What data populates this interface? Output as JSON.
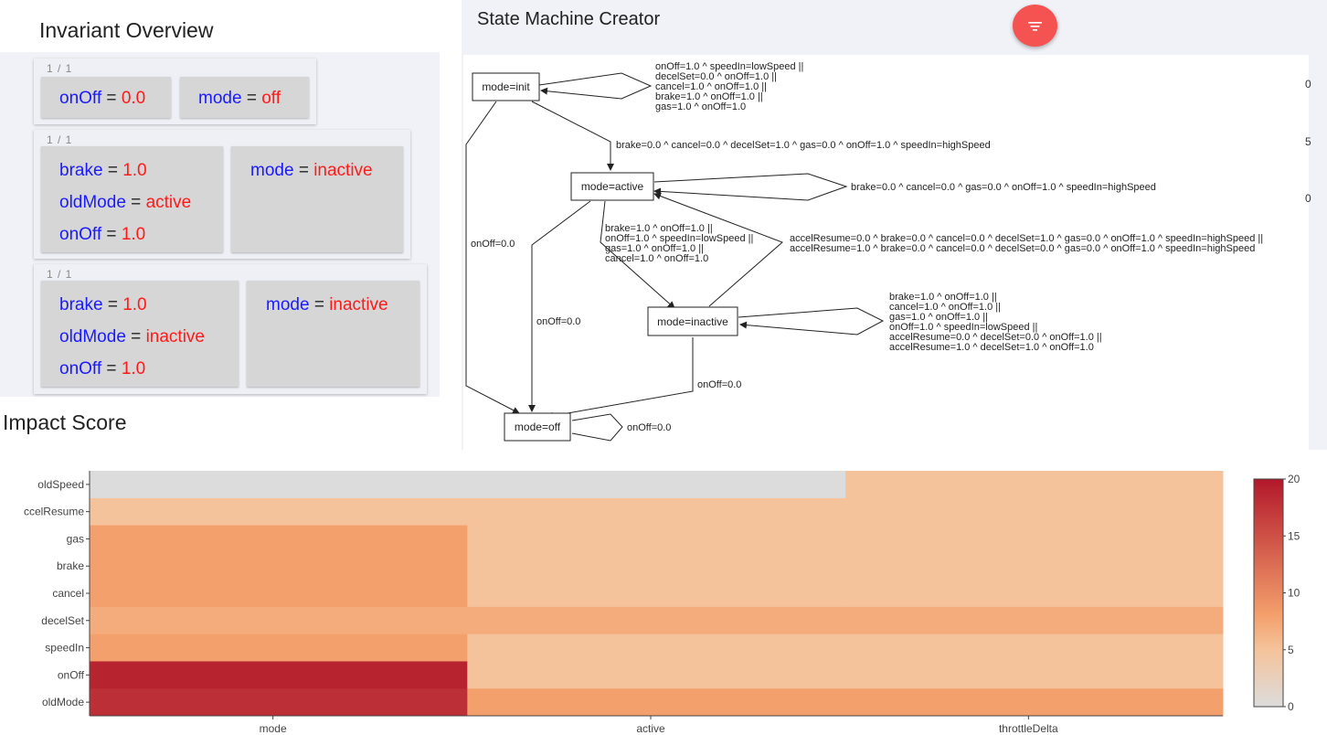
{
  "invariant_overview": {
    "title": "Invariant Overview",
    "cards": [
      {
        "pager": "1 / 1",
        "left": [
          {
            "key": "onOff",
            "eq": "=",
            "value": "0.0"
          }
        ],
        "right": [
          {
            "key": "mode",
            "eq": "=",
            "value": "off"
          }
        ]
      },
      {
        "pager": "1 / 1",
        "left": [
          {
            "key": "brake",
            "eq": "=",
            "value": "1.0"
          },
          {
            "key": "oldMode",
            "eq": "=",
            "value": "active"
          },
          {
            "key": "onOff",
            "eq": "=",
            "value": "1.0"
          }
        ],
        "right": [
          {
            "key": "mode",
            "eq": "=",
            "value": "inactive"
          }
        ]
      },
      {
        "pager": "1 / 1",
        "left": [
          {
            "key": "brake",
            "eq": "=",
            "value": "1.0"
          },
          {
            "key": "oldMode",
            "eq": "=",
            "value": "inactive"
          },
          {
            "key": "onOff",
            "eq": "=",
            "value": "1.0"
          }
        ],
        "right": [
          {
            "key": "mode",
            "eq": "=",
            "value": "inactive"
          }
        ]
      }
    ]
  },
  "state_machine": {
    "title": "State Machine Creator",
    "fab_icon": "filter-list-icon",
    "nodes": {
      "init": "mode=init",
      "active": "mode=active",
      "inactive": "mode=inactive",
      "off": "mode=off"
    },
    "edges": {
      "init_self": [
        "onOff=1.0 ^ speedIn=lowSpeed ||",
        " decelSet=0.0 ^ onOff=1.0 ||",
        " cancel=1.0 ^ onOff=1.0 ||",
        " brake=1.0 ^ onOff=1.0 ||",
        " gas=1.0 ^ onOff=1.0"
      ],
      "init_active": "brake=0.0 ^ cancel=0.0 ^ decelSet=1.0 ^ gas=0.0 ^ onOff=1.0 ^ speedIn=highSpeed",
      "active_self": "brake=0.0 ^ cancel=0.0 ^ gas=0.0 ^ onOff=1.0 ^ speedIn=highSpeed",
      "active_inactive": [
        "brake=1.0 ^ onOff=1.0 ||",
        " onOff=1.0 ^ speedIn=lowSpeed ||",
        " gas=1.0 ^ onOff=1.0 ||",
        " cancel=1.0 ^ onOff=1.0"
      ],
      "inactive_active": [
        "accelResume=0.0 ^ brake=0.0 ^ cancel=0.0 ^ decelSet=1.0 ^ gas=0.0 ^ onOff=1.0 ^ speedIn=highSpeed ||",
        " accelResume=1.0 ^ brake=0.0 ^ cancel=0.0 ^ decelSet=0.0 ^ gas=0.0 ^ onOff=1.0 ^ speedIn=highSpeed"
      ],
      "inactive_self": [
        "brake=1.0 ^ onOff=1.0 ||",
        " cancel=1.0 ^ onOff=1.0 ||",
        " gas=1.0 ^ onOff=1.0 ||",
        " onOff=1.0 ^ speedIn=lowSpeed ||",
        " accelResume=0.0 ^ decelSet=0.0 ^ onOff=1.0 ||",
        " accelResume=1.0 ^ decelSet=1.0 ^ onOff=1.0"
      ],
      "init_off": "onOff=0.0",
      "active_off": "onOff=0.0",
      "inactive_off": "onOff=0.0",
      "off_self": "onOff=0.0"
    },
    "cut_off_labels": [
      "0",
      "5",
      "0"
    ]
  },
  "impact_score": {
    "title": "Impact Score",
    "colorscale": [
      "#dcdcdc",
      "#f5c39b",
      "#f4a06c",
      "#b2182b"
    ]
  },
  "chart_data": {
    "type": "heatmap",
    "x": [
      "mode",
      "active",
      "throttleDelta"
    ],
    "y": [
      "oldSpeed",
      "accelResume",
      "gas",
      "brake",
      "cancel",
      "decelSet",
      "speedIn",
      "onOff",
      "oldMode"
    ],
    "y_tick_labels": [
      "oldSpeed",
      "ccelResume",
      "gas",
      "brake",
      "cancel",
      "decelSet",
      "speedIn",
      "onOff",
      "oldMode"
    ],
    "z": [
      [
        0,
        0,
        5
      ],
      [
        5,
        5,
        5
      ],
      [
        8,
        5,
        5
      ],
      [
        8,
        5,
        5
      ],
      [
        8,
        5,
        5
      ],
      [
        7,
        7,
        7
      ],
      [
        8,
        5,
        5
      ],
      [
        19,
        5,
        5
      ],
      [
        18,
        8,
        8
      ]
    ],
    "gray_segment": {
      "row": "oldSpeed",
      "x_end_fraction": 0.667
    },
    "colorbar": {
      "range": [
        0,
        20
      ],
      "ticks": [
        0,
        5,
        10,
        15,
        20
      ]
    }
  }
}
